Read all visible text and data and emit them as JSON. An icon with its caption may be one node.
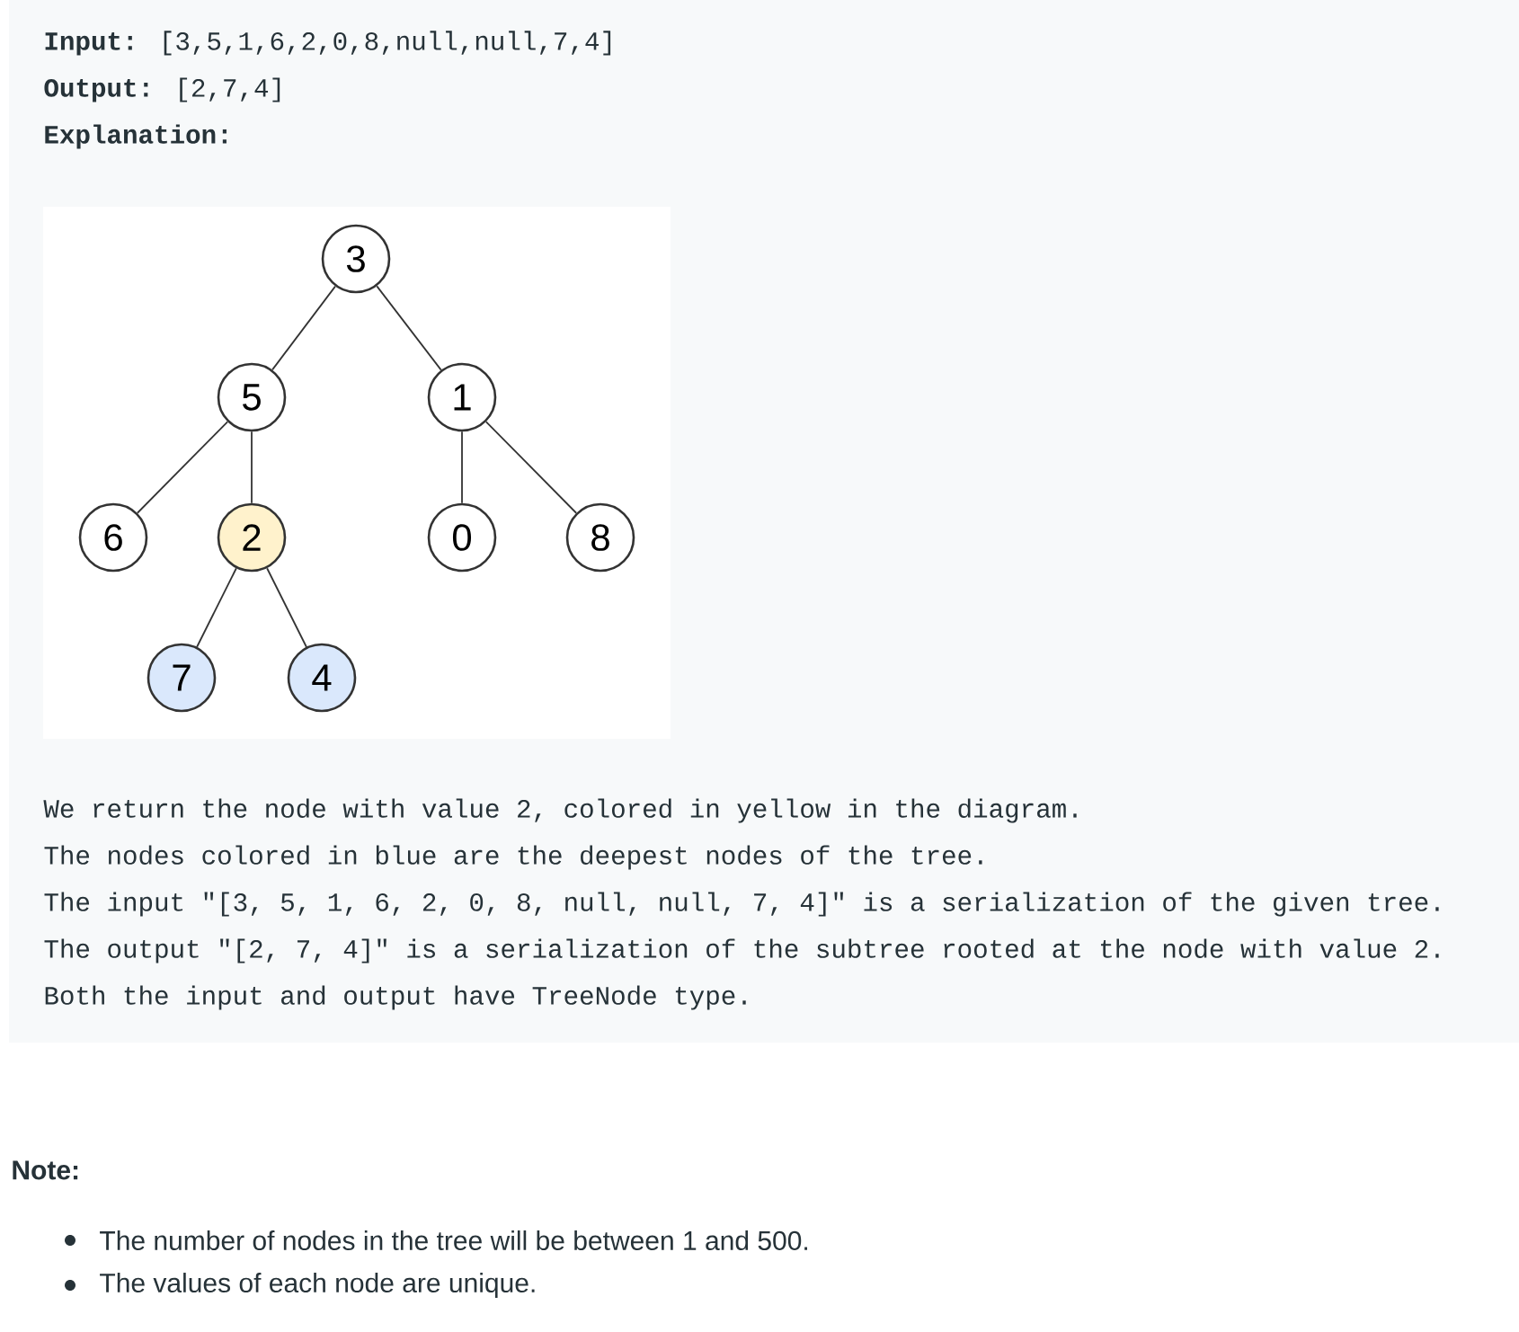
{
  "diagram": {
    "nodes": [
      {
        "text": [
          "3"
        ]
      },
      {
        "text": [
          "5"
        ]
      },
      {
        "text": [
          "1"
        ]
      },
      {
        "text": [
          "6"
        ]
      },
      {
        "text": [
          "2"
        ]
      },
      {
        "text": [
          "0"
        ]
      },
      {
        "text": [
          "8"
        ]
      },
      {
        "text": [
          "7"
        ]
      },
      {
        "text": [
          "4"
        ]
      }
    ],
    "edges": [
      {
        "from": 0,
        "to": 1,
        "arrow": "none"
      },
      {
        "from": 0,
        "to": 2,
        "arrow": "none"
      },
      {
        "from": 1,
        "to": 3,
        "arrow": "none"
      },
      {
        "from": 1,
        "to": 4,
        "arrow": "none"
      },
      {
        "from": 2,
        "to": 5,
        "arrow": "none"
      },
      {
        "from": 2,
        "to": 6,
        "arrow": "none"
      },
      {
        "from": 4,
        "to": 7,
        "arrow": "none"
      },
      {
        "from": 4,
        "to": 8,
        "arrow": "none"
      }
    ],
    "labels": [
      "**Input:** [3,5,1,6,2,0,8,null,null,7,4]",
      "**Output:** [2,7,4]",
      "Explanation:",
      "We return the node with value 2, colored in yellow in the diagram.",
      "The nodes colored in blue are the deepest nodes of the tree.",
      "The input \"[3, 5, 1, 6, 2, 0, 8, null, null, 7, 4]\" is a serialization of the given tree.",
      "The output \"[2, 7, 4]\" is a serialization of the subtree rooted at the node with value 2.",
      "Both the input and output have TreeNode type.",
      "Note:",
      "The number of nodes in the tree will be between 1 and 500.",
      "The values of each node are unique."
    ]
  }
}
